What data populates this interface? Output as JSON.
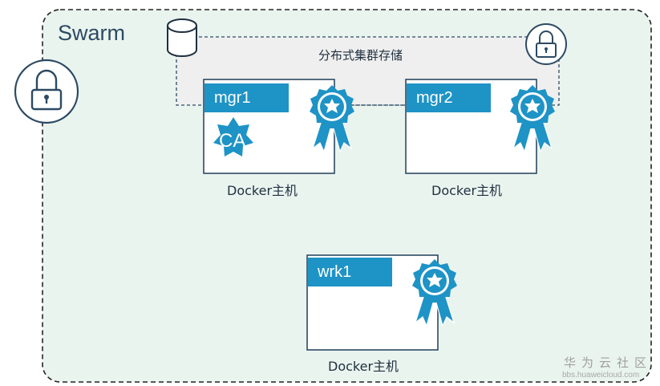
{
  "swarm": {
    "title": "Swarm"
  },
  "storage": {
    "label": "分布式集群存储"
  },
  "hosts": [
    {
      "node": "mgr1",
      "host_label": "Docker主机"
    },
    {
      "node": "mgr2",
      "host_label": "Docker主机"
    },
    {
      "node": "wrk1",
      "host_label": "Docker主机"
    }
  ],
  "ca": {
    "label": "CA"
  },
  "watermark": {
    "name": "华为云社区",
    "url": "bbs.huaweicloud.com"
  },
  "colors": {
    "accent": "#1e93c6",
    "cluster_fill": "#eaf4ef",
    "outline": "#2c4a63",
    "storage_fill": "#efefef"
  }
}
